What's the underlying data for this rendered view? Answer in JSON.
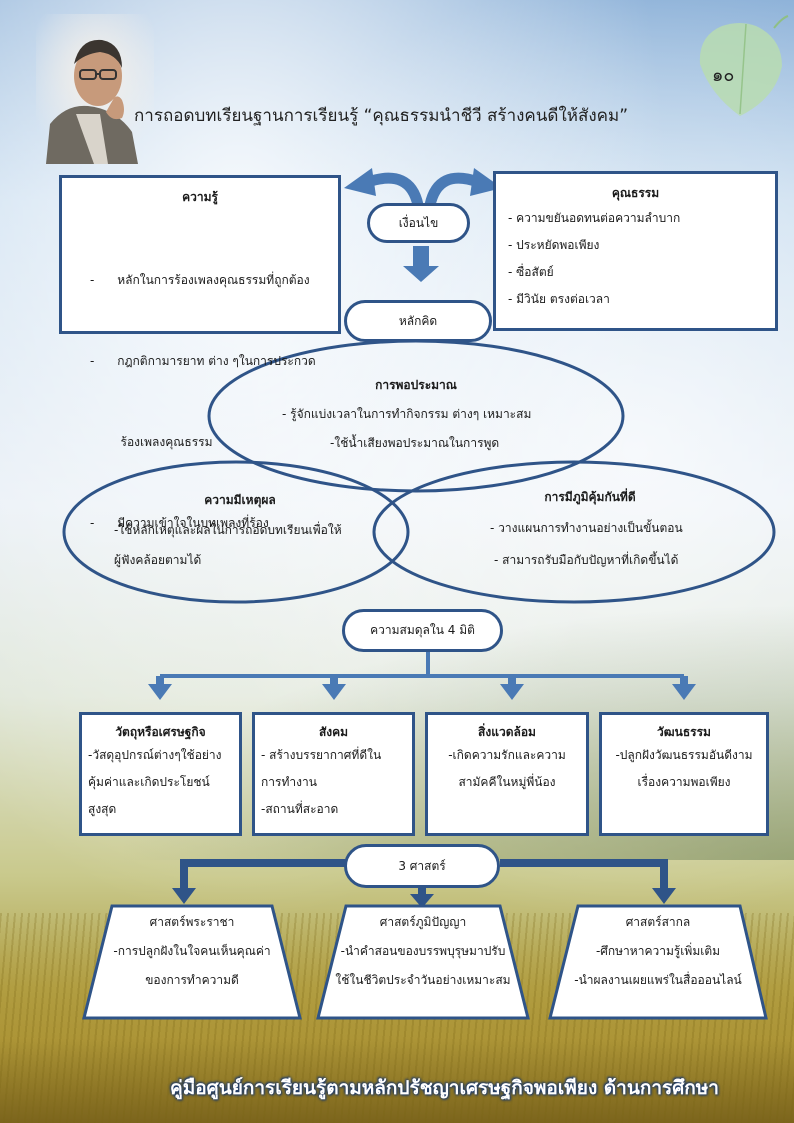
{
  "page_number": "๑๐",
  "title": "การถอดบทเรียนฐานการเรียนรู้ “คุณธรรมนำชีวี สร้างคนดีให้สังคม”",
  "knowledge": {
    "heading": "ความรู้",
    "items": [
      "-      หลักในการร้องเพลงคุณธรรมที่ถูกต้อง",
      "-      กฎกติกามารยาท ต่าง ๆในการประกวด",
      "        ร้องเพลงคุณธรรม",
      "-      มีความเข้าใจในบทเพลงที่ร้อง"
    ]
  },
  "condition_label": "เงื่อนไข",
  "virtue": {
    "heading": "คุณธรรม",
    "items": [
      "- ความขยันอดทนต่อความลำบาก",
      "- ประหยัดพอเพียง",
      "- ซื่อสัตย์",
      "- มีวินัย ตรงต่อเวลา"
    ]
  },
  "principle_label": "หลักคิด",
  "moderation": {
    "heading": "การพอประมาณ",
    "lines": [
      "- รู้จักแบ่งเวลาในการทำกิจกรรม ต่างๆ เหมาะสม",
      "-ใช้น้ำเสียงพอประมาณในการพูด"
    ]
  },
  "reasonableness": {
    "heading": "ความมีเหตุผล",
    "lines": [
      "-ใช้หลักเหตุและผลในการถอดบทเรียนเพื่อให้",
      "ผู้ฟังคล้อยตามได้"
    ]
  },
  "immunity": {
    "heading": "การมีภูมิคุ้มกันที่ดี",
    "lines": [
      "- วางแผนการทำงานอย่างเป็นขั้นตอน",
      "- สามารถรับมือกับปัญหาที่เกิดขึ้นได้"
    ]
  },
  "balance_label": "ความสมดุลใน 4 มิติ",
  "dimensions": [
    {
      "heading": "วัตถุหรือเศรษฐกิจ",
      "lines": [
        "-วัสดุอุปกรณ์ต่างๆใช้อย่าง",
        "คุ้มค่าและเกิดประโยชน์",
        "สูงสุด"
      ]
    },
    {
      "heading": "สังคม",
      "lines": [
        "- สร้างบรรยากาศที่ดีใน",
        "การทำงาน",
        "-สถานที่สะอาด"
      ]
    },
    {
      "heading": "สิ่งแวดล้อม",
      "lines": [
        "-เกิดความรักและความ",
        "สามัคคีในหมู่พี่น้อง"
      ]
    },
    {
      "heading": "วัฒนธรรม",
      "lines": [
        "-ปลูกฝังวัฒนธรรมอันดีงาม",
        "เรื่องความพอเพียง"
      ]
    }
  ],
  "three_sciences_label": "3 ศาสตร์",
  "sciences": [
    {
      "heading": "ศาสตร์พระราชา",
      "lines": [
        "-การปลูกฝังในใจคนเห็นคุณค่า",
        "ของการทำความดี"
      ]
    },
    {
      "heading": "ศาสตร์ภูมิปัญญา",
      "lines": [
        "-นำคำสอนของบรรพบุรุษมาปรับ",
        "ใช้ในชีวิตประจำวันอย่างเหมาะสม"
      ]
    },
    {
      "heading": "ศาสตร์สากล",
      "lines": [
        "-ศึกษาหาความรู้เพิ่มเติม",
        "-นำผลงานเผยแพร่ในสื่อออนไลน์"
      ]
    }
  ],
  "footer": "คู่มือศูนย์การเรียนรู้ตามหลักปรัชญาเศรษฐกิจพอเพียง  ด้านการศึกษา",
  "colors": {
    "frame": "#2f5488",
    "arrow": "#4a7ab5"
  }
}
